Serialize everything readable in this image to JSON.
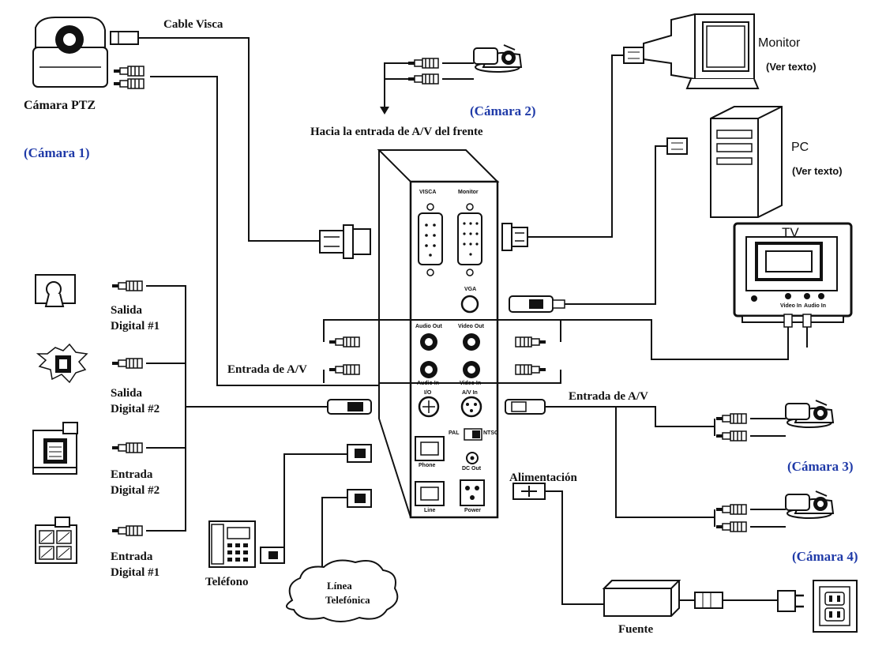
{
  "labels": {
    "cable_visca": "Cable Visca",
    "camara_ptz": "Cámara PTZ",
    "camara_1": "(Cámara 1)",
    "camara_2": "(Cámara 2)",
    "camara_3": "(Cámara 3)",
    "camara_4": "(Cámara 4)",
    "hacia_entrada": "Hacia la entrada de A/V del frente",
    "monitor": "Monitor",
    "monitor_note": "(Ver texto)",
    "pc": "PC",
    "pc_note": "(Ver texto)",
    "tv": "TV",
    "salida_digital_1_a": "Salida",
    "salida_digital_1_b": "Digital #1",
    "salida_digital_2_a": "Salida",
    "salida_digital_2_b": "Digital #2",
    "entrada_digital_2_a": "Entrada",
    "entrada_digital_2_b": "Digital #2",
    "entrada_digital_1_a": "Entrada",
    "entrada_digital_1_b": "Digital #1",
    "entrada_av_left": "Entrada de A/V",
    "entrada_av_right": "Entrada de A/V",
    "alimentacion": "Alimentación",
    "telefono": "Teléfono",
    "linea_a": "Línea",
    "linea_b": "Telefónica",
    "fuente": "Fuente"
  },
  "panel": {
    "visca": "VISCA",
    "monitor": "Monitor",
    "vga": "VGA",
    "audio_out": "Audio Out",
    "video_out": "Video Out",
    "audio_in": "Audio In",
    "video_in": "Video In",
    "io": "I/O",
    "av_in": "A/V In",
    "pal": "PAL",
    "ntsc": "NTSC",
    "phone": "Phone",
    "dc_out": "DC Out",
    "line": "Line",
    "power": "Power"
  },
  "tv_panel": {
    "video_in": "Video In",
    "audio_in": "Audio In"
  },
  "colors": {
    "line": "#111111",
    "accent_blue": "#1f3aa8",
    "background": "#ffffff"
  }
}
